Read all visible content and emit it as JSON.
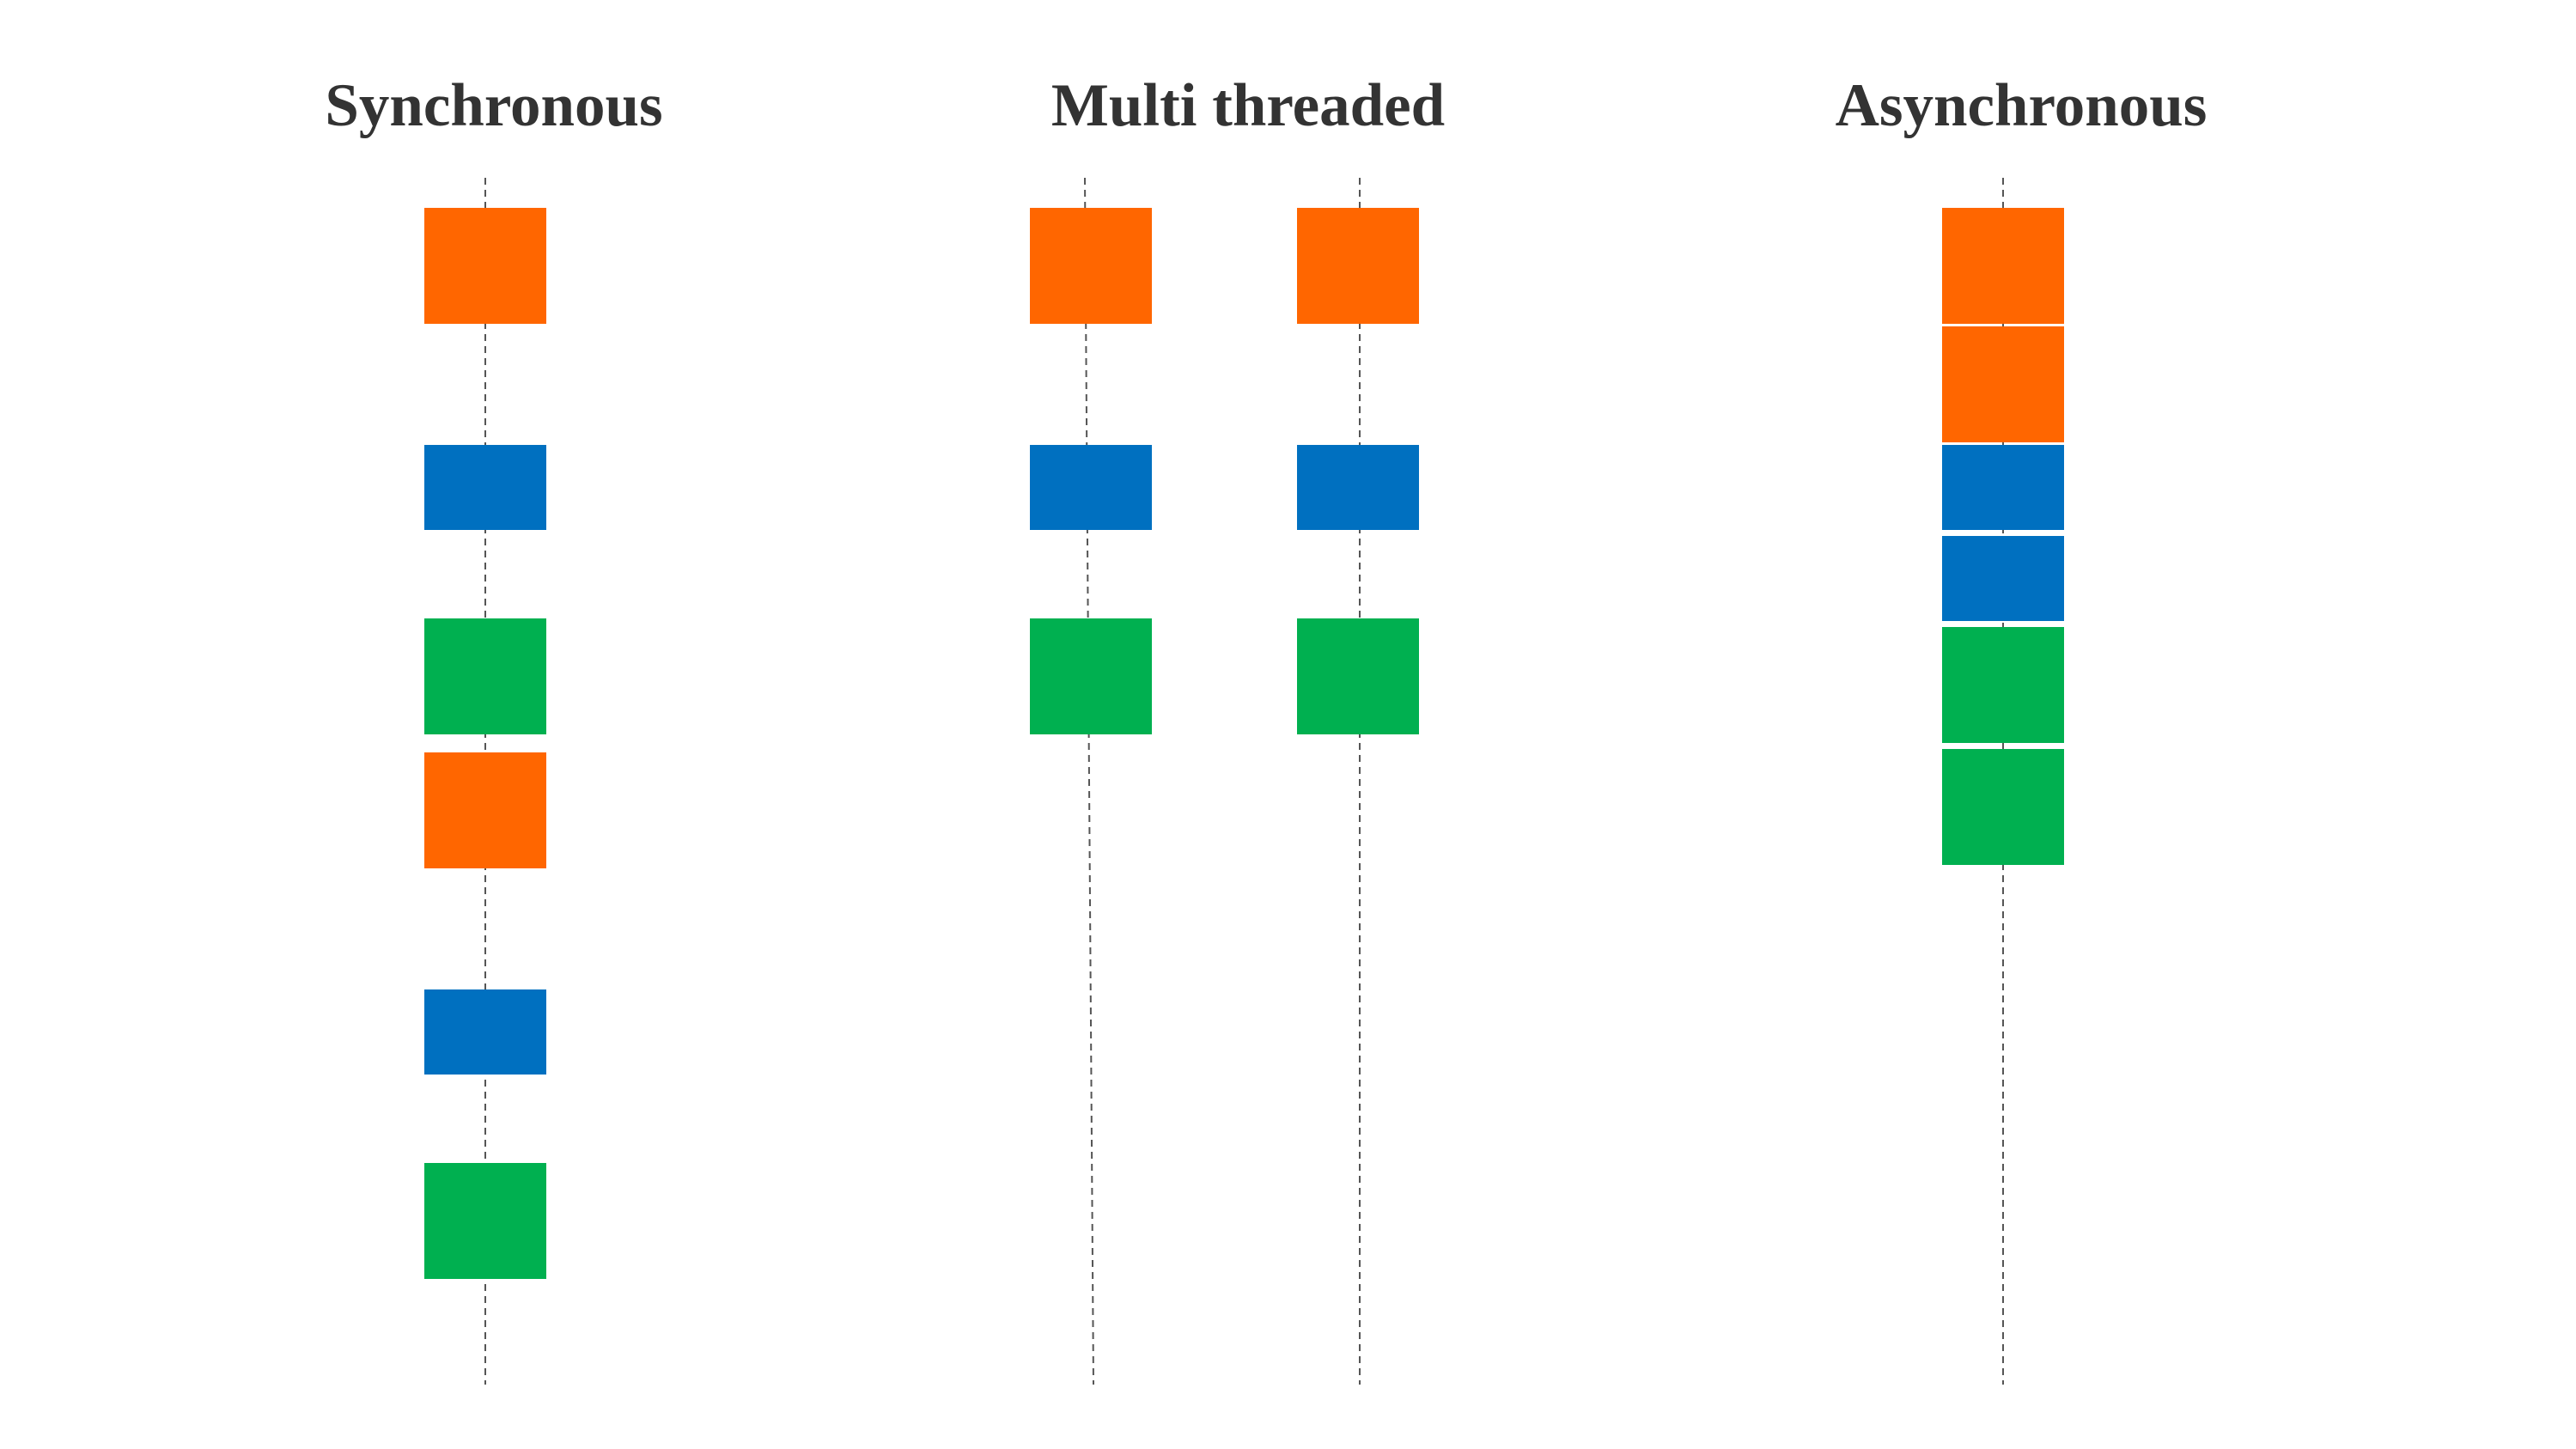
{
  "columns": [
    {
      "title": "Synchronous",
      "threads": [
        {
          "tasks": [
            "task-1-io",
            "task-1-cpu",
            "task-1-result",
            "task-2-io",
            "task-2-cpu",
            "task-2-result"
          ]
        }
      ]
    },
    {
      "title": "Multi threaded",
      "threads": [
        {
          "tasks": [
            "task-1-io",
            "task-1-cpu",
            "task-1-result"
          ]
        },
        {
          "tasks": [
            "task-2-io",
            "task-2-cpu",
            "task-2-result"
          ]
        }
      ]
    },
    {
      "title": "Asynchronous",
      "threads": [
        {
          "tasks": [
            "task-1-io",
            "task-2-io",
            "task-1-cpu",
            "task-2-cpu",
            "task-1-result",
            "task-2-result"
          ]
        }
      ]
    }
  ],
  "colors": {
    "io": "#ff6600",
    "cpu": "#0070c0",
    "result": "#00b050",
    "timeline": "#555555",
    "title": "#333333"
  }
}
